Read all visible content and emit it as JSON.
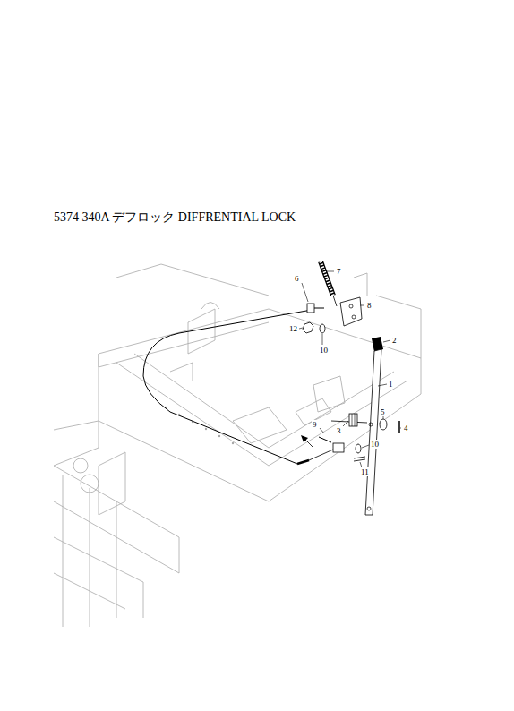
{
  "diagram": {
    "title": "5374 340A デフロック DIFFRENTIAL LOCK",
    "labels": [
      "7",
      "6",
      "8",
      "12",
      "10",
      "2",
      "1",
      "5",
      "4",
      "3",
      "9",
      "10",
      "11"
    ]
  }
}
